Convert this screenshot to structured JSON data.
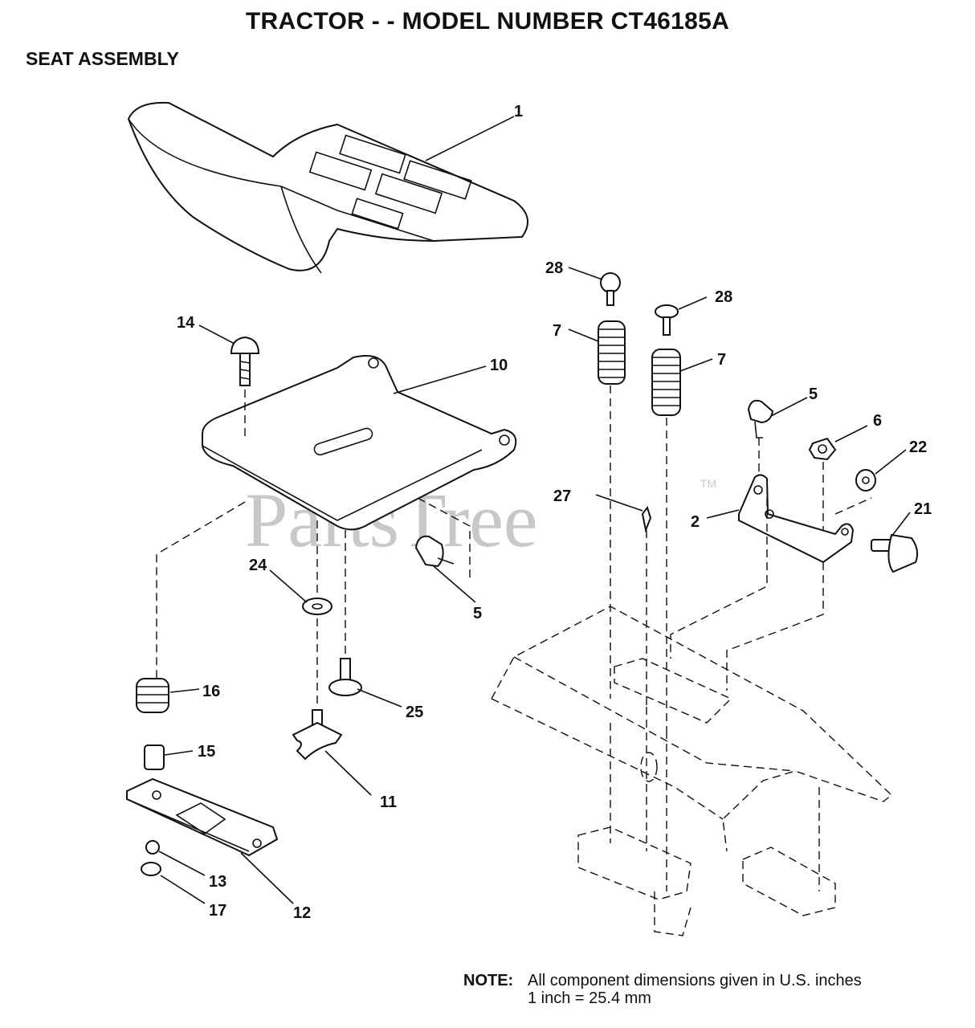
{
  "header": {
    "title": "TRACTOR - - MODEL NUMBER CT46185A",
    "subtitle": "SEAT ASSEMBLY"
  },
  "watermark": {
    "text": "PartsTree",
    "tm": "TM"
  },
  "callouts": {
    "c1": "1",
    "c28a": "28",
    "c28b": "28",
    "c14": "14",
    "c7a": "7",
    "c7b": "7",
    "c10": "10",
    "c5a": "5",
    "c6": "6",
    "c22": "22",
    "c27": "27",
    "c2": "2",
    "c21": "21",
    "c24": "24",
    "c5b": "5",
    "c16": "16",
    "c25": "25",
    "c15": "15",
    "c11": "11",
    "c13": "13",
    "c17": "17",
    "c12": "12"
  },
  "note": {
    "label": "NOTE:",
    "line1": "All component dimensions given in U.S. inches",
    "line2": "1 inch = 25.4 mm"
  }
}
